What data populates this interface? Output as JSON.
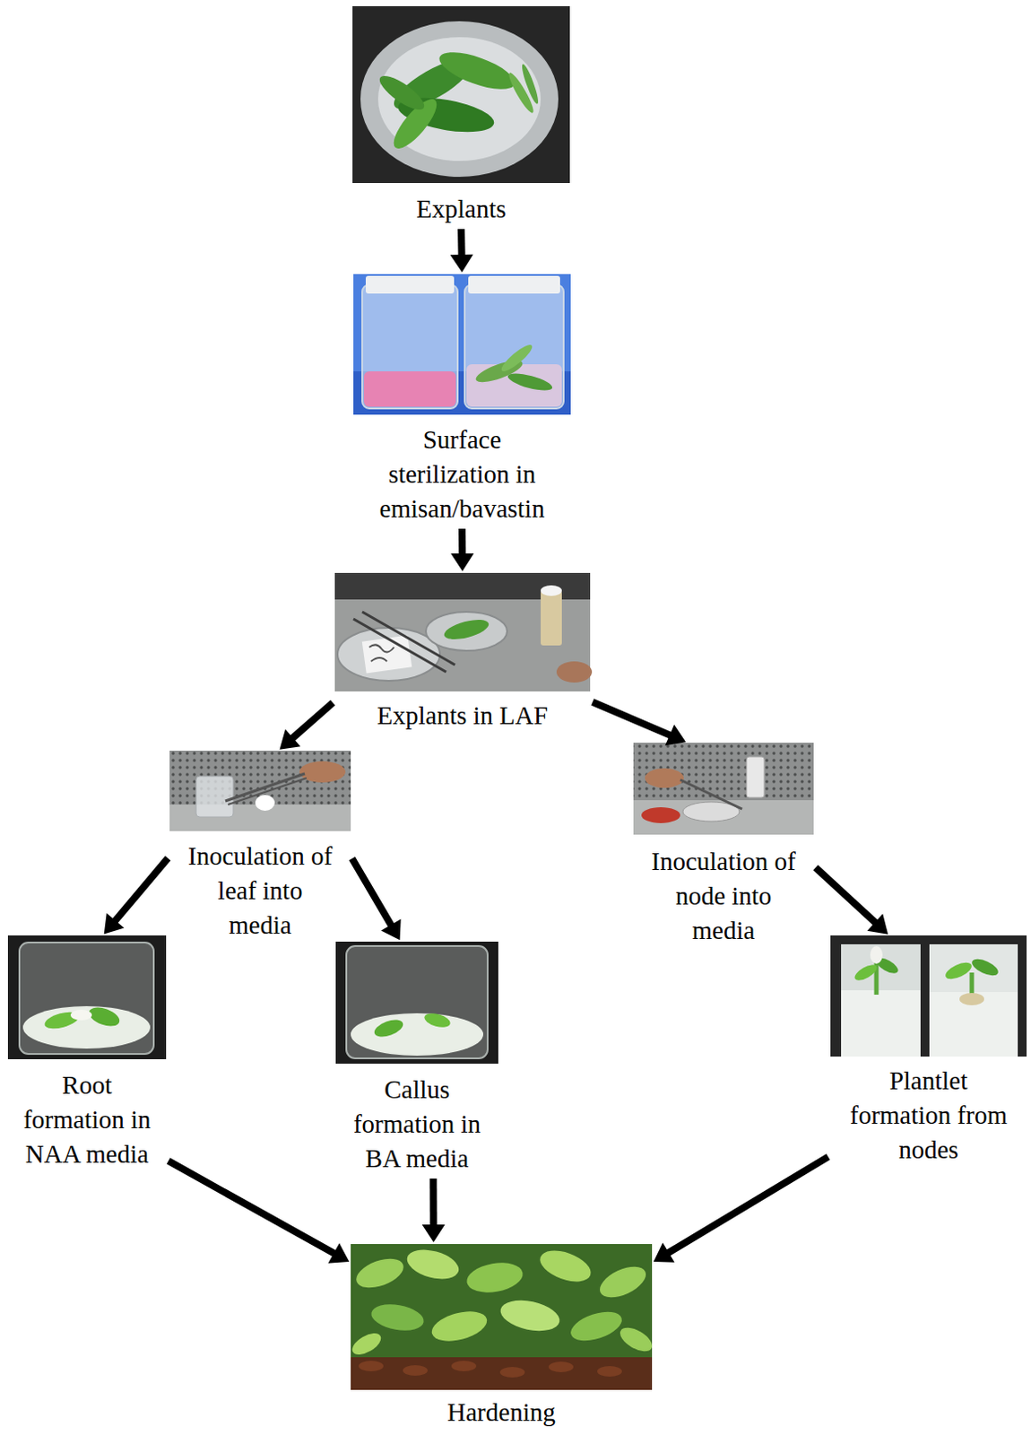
{
  "diagram": {
    "nodes": [
      {
        "text": [
          "Explants"
        ]
      },
      {
        "text": [
          "Surface sterilization in emisan/bavastin"
        ]
      },
      {
        "text": [
          "Explants in LAF"
        ]
      },
      {
        "text": [
          "Inoculation of leaf into media"
        ]
      },
      {
        "text": [
          "Inoculation of node into media"
        ]
      },
      {
        "text": [
          "Root formation in NAA media"
        ]
      },
      {
        "text": [
          "Callus formation in BA media"
        ]
      },
      {
        "text": [
          "Plantlet formation from nodes"
        ]
      },
      {
        "text": [
          "Hardening"
        ]
      }
    ],
    "edges": [
      {
        "from": 0,
        "to": 1,
        "arrow": "to"
      },
      {
        "from": 1,
        "to": 2,
        "arrow": "to"
      },
      {
        "from": 2,
        "to": 3,
        "arrow": "to"
      },
      {
        "from": 2,
        "to": 4,
        "arrow": "to"
      },
      {
        "from": 3,
        "to": 5,
        "arrow": "to"
      },
      {
        "from": 3,
        "to": 6,
        "arrow": "to"
      },
      {
        "from": 4,
        "to": 7,
        "arrow": "to"
      },
      {
        "from": 5,
        "to": 8,
        "arrow": "to"
      },
      {
        "from": 6,
        "to": 8,
        "arrow": "to"
      },
      {
        "from": 7,
        "to": 8,
        "arrow": "to"
      }
    ]
  }
}
